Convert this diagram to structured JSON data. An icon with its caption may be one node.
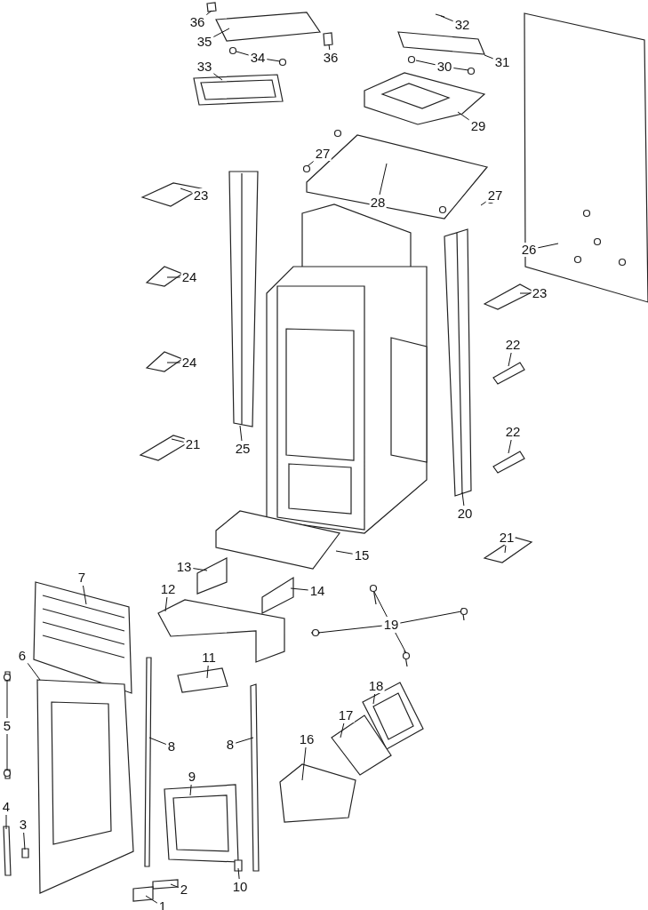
{
  "diagram": {
    "nodes": [
      {
        "text": [
          "36"
        ]
      },
      {
        "text": [
          "32"
        ]
      },
      {
        "text": [
          "35"
        ]
      },
      {
        "text": [
          "36"
        ]
      },
      {
        "text": [
          "34"
        ]
      },
      {
        "text": [
          "31"
        ]
      },
      {
        "text": [
          "33"
        ]
      },
      {
        "text": [
          "30"
        ]
      },
      {
        "text": [
          "29"
        ]
      },
      {
        "text": [
          "27"
        ]
      },
      {
        "text": [
          "23"
        ]
      },
      {
        "text": [
          "27"
        ]
      },
      {
        "text": [
          "28"
        ]
      },
      {
        "text": [
          "26"
        ]
      },
      {
        "text": [
          "24"
        ]
      },
      {
        "text": [
          "23"
        ]
      },
      {
        "text": [
          "22"
        ]
      },
      {
        "text": [
          "24"
        ]
      },
      {
        "text": [
          "22"
        ]
      },
      {
        "text": [
          "21"
        ]
      },
      {
        "text": [
          "25"
        ]
      },
      {
        "text": [
          "20"
        ]
      },
      {
        "text": [
          "21"
        ]
      },
      {
        "text": [
          "15"
        ]
      },
      {
        "text": [
          "13"
        ]
      },
      {
        "text": [
          "7"
        ]
      },
      {
        "text": [
          "12"
        ]
      },
      {
        "text": [
          "14"
        ]
      },
      {
        "text": [
          "19"
        ]
      },
      {
        "text": [
          "6"
        ]
      },
      {
        "text": [
          "11"
        ]
      },
      {
        "text": [
          "18"
        ]
      },
      {
        "text": [
          "17"
        ]
      },
      {
        "text": [
          "5"
        ]
      },
      {
        "text": [
          "16"
        ]
      },
      {
        "text": [
          "8"
        ]
      },
      {
        "text": [
          "8"
        ]
      },
      {
        "text": [
          "9"
        ]
      },
      {
        "text": [
          "4"
        ]
      },
      {
        "text": [
          "3"
        ]
      },
      {
        "text": [
          "10"
        ]
      },
      {
        "text": [
          "2"
        ]
      },
      {
        "text": [
          "1"
        ]
      }
    ],
    "edges": [
      {
        "from": 0,
        "to": null,
        "arrow": "none"
      },
      {
        "from": 1,
        "to": null,
        "arrow": "none"
      },
      {
        "from": 2,
        "to": null,
        "arrow": "none"
      },
      {
        "from": 3,
        "to": null,
        "arrow": "none"
      },
      {
        "from": 4,
        "to": null,
        "arrow": "none"
      },
      {
        "from": 4,
        "to": null,
        "arrow": "none"
      },
      {
        "from": 5,
        "to": null,
        "arrow": "none"
      },
      {
        "from": 6,
        "to": null,
        "arrow": "none"
      },
      {
        "from": 7,
        "to": null,
        "arrow": "none"
      },
      {
        "from": 7,
        "to": null,
        "arrow": "none"
      },
      {
        "from": 8,
        "to": null,
        "arrow": "none"
      },
      {
        "from": 9,
        "to": null,
        "arrow": "none"
      },
      {
        "from": 10,
        "to": null,
        "arrow": "none"
      },
      {
        "from": 11,
        "to": null,
        "arrow": "none"
      },
      {
        "from": 12,
        "to": null,
        "arrow": "none"
      },
      {
        "from": 13,
        "to": null,
        "arrow": "none"
      },
      {
        "from": 14,
        "to": null,
        "arrow": "none"
      },
      {
        "from": 15,
        "to": null,
        "arrow": "none"
      },
      {
        "from": 16,
        "to": null,
        "arrow": "none"
      },
      {
        "from": 17,
        "to": null,
        "arrow": "none"
      },
      {
        "from": 18,
        "to": null,
        "arrow": "none"
      },
      {
        "from": 19,
        "to": null,
        "arrow": "none"
      },
      {
        "from": 20,
        "to": null,
        "arrow": "none"
      },
      {
        "from": 21,
        "to": null,
        "arrow": "none"
      },
      {
        "from": 22,
        "to": null,
        "arrow": "none"
      },
      {
        "from": 23,
        "to": null,
        "arrow": "none"
      },
      {
        "from": 24,
        "to": null,
        "arrow": "none"
      },
      {
        "from": 25,
        "to": null,
        "arrow": "none"
      },
      {
        "from": 26,
        "to": null,
        "arrow": "none"
      },
      {
        "from": 27,
        "to": null,
        "arrow": "none"
      },
      {
        "from": 28,
        "to": null,
        "arrow": "none"
      },
      {
        "from": 28,
        "to": null,
        "arrow": "none"
      },
      {
        "from": 28,
        "to": null,
        "arrow": "none"
      },
      {
        "from": 28,
        "to": null,
        "arrow": "none"
      },
      {
        "from": 29,
        "to": null,
        "arrow": "none"
      },
      {
        "from": 30,
        "to": null,
        "arrow": "none"
      },
      {
        "from": 31,
        "to": null,
        "arrow": "none"
      },
      {
        "from": 32,
        "to": null,
        "arrow": "none"
      },
      {
        "from": 33,
        "to": null,
        "arrow": "none"
      },
      {
        "from": 33,
        "to": null,
        "arrow": "none"
      },
      {
        "from": 34,
        "to": null,
        "arrow": "none"
      },
      {
        "from": 35,
        "to": null,
        "arrow": "none"
      },
      {
        "from": 36,
        "to": null,
        "arrow": "none"
      },
      {
        "from": 37,
        "to": null,
        "arrow": "none"
      },
      {
        "from": 38,
        "to": null,
        "arrow": "none"
      },
      {
        "from": 39,
        "to": null,
        "arrow": "none"
      },
      {
        "from": 40,
        "to": null,
        "arrow": "none"
      },
      {
        "from": 41,
        "to": null,
        "arrow": "none"
      },
      {
        "from": 42,
        "to": null,
        "arrow": "none"
      }
    ]
  }
}
